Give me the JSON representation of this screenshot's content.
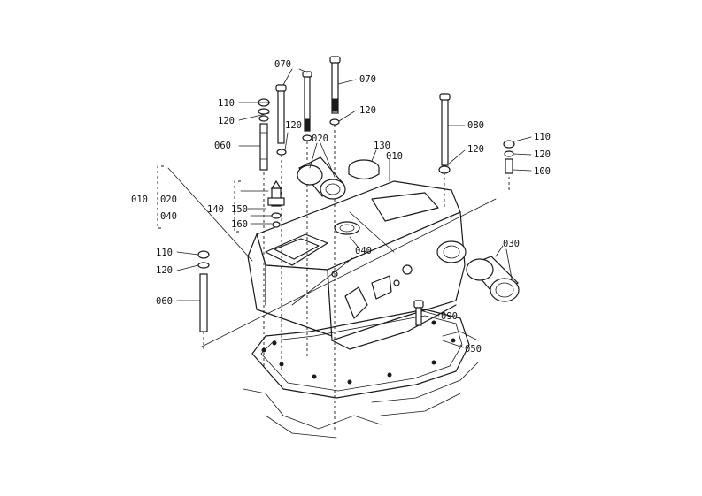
{
  "callouts": {
    "c070a": "070",
    "c070b": "070",
    "c110a": "110",
    "c120a": "120",
    "c120b": "120",
    "c060a": "060",
    "c120c": "120",
    "c020a": "020",
    "c130": "130",
    "c010": "010",
    "c080": "080",
    "c110b": "110",
    "c120d": "120",
    "c120e": "120",
    "c100": "100",
    "c010group": "010",
    "c020b": "020",
    "c040a": "040",
    "c140": "140",
    "c150": "150",
    "c160": "160",
    "c030": "030",
    "c040b": "040",
    "c110c": "110",
    "c120f": "120",
    "c060b": "060",
    "c090": "090",
    "c050": "050"
  }
}
